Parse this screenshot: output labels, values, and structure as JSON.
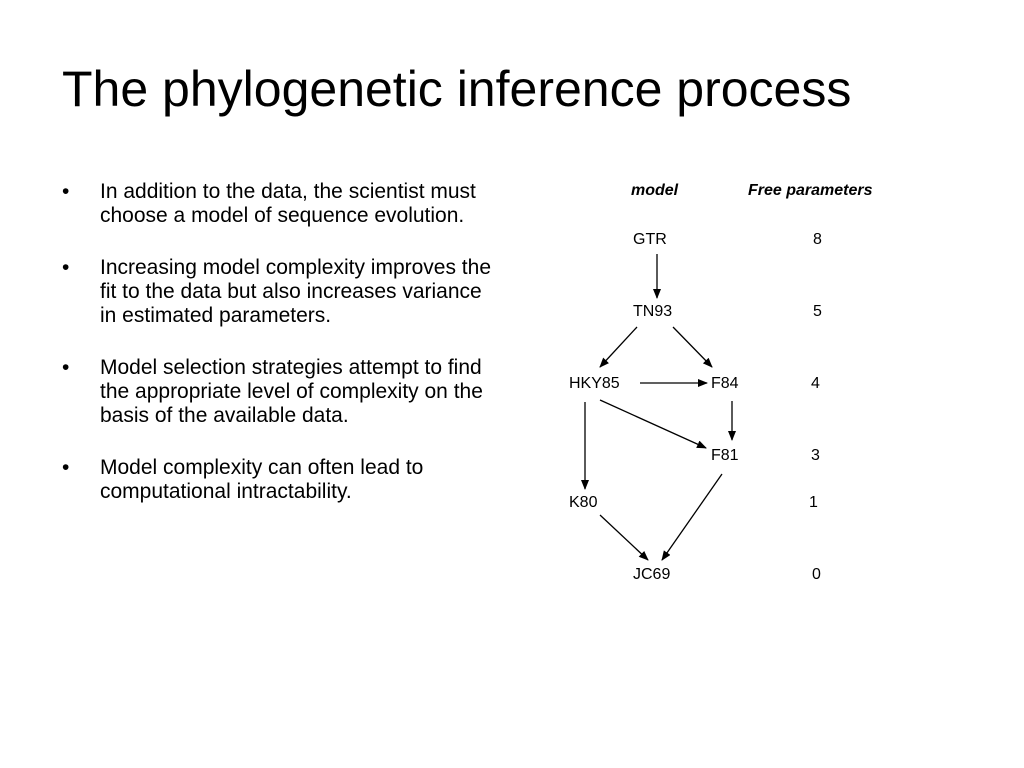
{
  "slide": {
    "title": "The phylogenetic inference process"
  },
  "bullets": [
    "In addition to the data, the scientist must choose a model of sequence evolution.",
    "Increasing model complexity improves the fit to the data but also increases variance in estimated parameters.",
    "Model selection strategies attempt to find the appropriate level of complexity on the basis of the available data.",
    "Model complexity can often lead to computational intractability."
  ],
  "bullet_marker": "•",
  "diagram": {
    "header_model": "model",
    "header_params": "Free parameters",
    "nodes": {
      "gtr": "GTR",
      "tn93": "TN93",
      "hky85": "HKY85",
      "f84": "F84",
      "f81": "F81",
      "k80": "K80",
      "jc69": "JC69"
    },
    "params": [
      "8",
      "5",
      "4",
      "3",
      "1",
      "0"
    ]
  }
}
